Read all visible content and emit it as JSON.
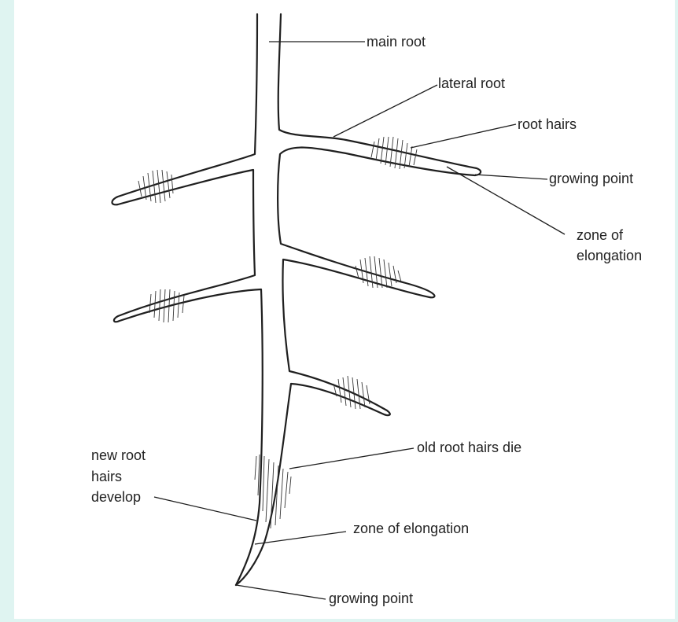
{
  "labels": {
    "main_root": "main root",
    "lateral_root": "lateral root",
    "root_hairs": "root hairs",
    "growing_point_top": "growing point",
    "zone_elong_top_1": "zone of",
    "zone_elong_top_2": "elongation",
    "old_hairs_die": "old root hairs die",
    "new_hairs_1": "new root",
    "new_hairs_2": "hairs",
    "new_hairs_3": "develop",
    "zone_elong_bottom": "zone of elongation",
    "growing_point_bottom": "growing point"
  }
}
